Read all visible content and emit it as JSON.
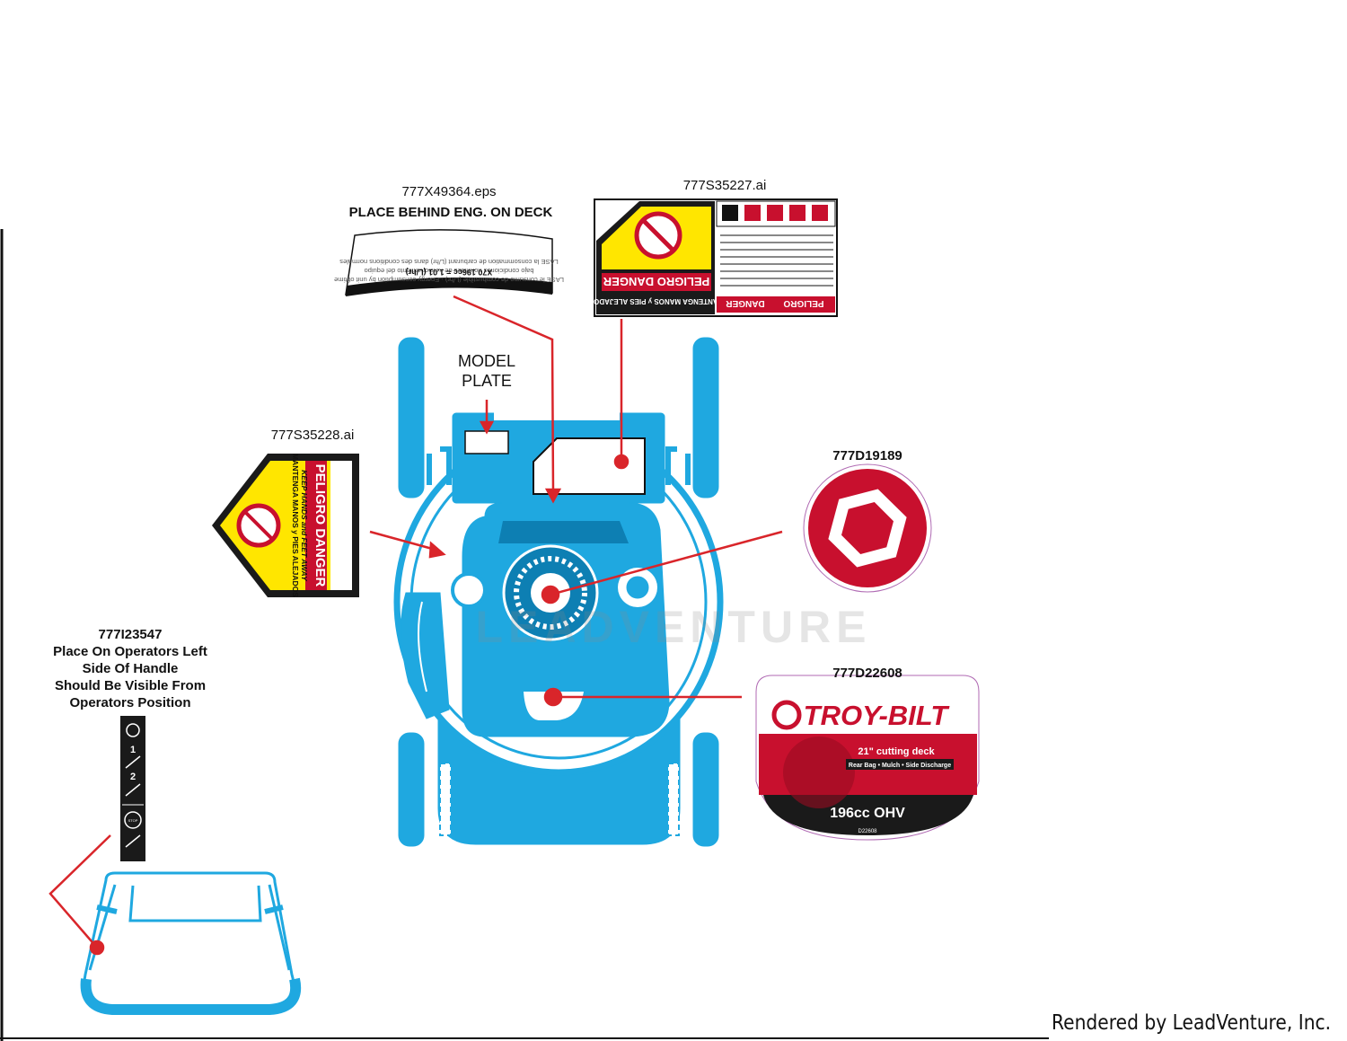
{
  "labels": {
    "fuel_label_file": "777X49364.eps",
    "fuel_label_note": "PLACE BEHIND ENG. ON DECK",
    "danger_large_file": "777S35227.ai",
    "danger_small_file": "777S35228.ai",
    "model_plate_line1": "MODEL",
    "model_plate_line2": "PLATE",
    "hub_decal_part": "777D19189",
    "brand_decal_part": "777D22608",
    "handle_decal_part": "777I23547",
    "handle_note_1": "Place On Operators Left",
    "handle_note_2": "Side Of Handle",
    "handle_note_3": "Should Be Visible From",
    "handle_note_4": "Operators Position"
  },
  "decals": {
    "danger_header": "PELIGRO DANGER",
    "danger_sub1": "MANTENGA MANOS y PIES ALEJADOS",
    "danger_sub2": "KEEP HANDS and FEET AWAY",
    "danger_strip_left": "PELIGRO",
    "danger_strip_right": "DANGER",
    "fuel_line": "X70 196cc = 1.01 (L/hr)",
    "brand_name": "TROY-BILT",
    "deck_size": "21\" cutting deck",
    "deck_modes": "Rear Bag • Mulch • Side Discharge",
    "engine": "196cc OHV",
    "decal_code": "D22608",
    "handle_step1": "1",
    "handle_step2": "2",
    "handle_stop": "STOP"
  },
  "watermark": "LEADVENTURE",
  "footer": "Rendered by LeadVenture, Inc.",
  "colors": {
    "mower_blue": "#1fa8e0",
    "leader_red": "#d9252a",
    "danger_yellow": "#ffe600",
    "brand_red": "#c8102e",
    "decal_black": "#1a1a1a"
  }
}
